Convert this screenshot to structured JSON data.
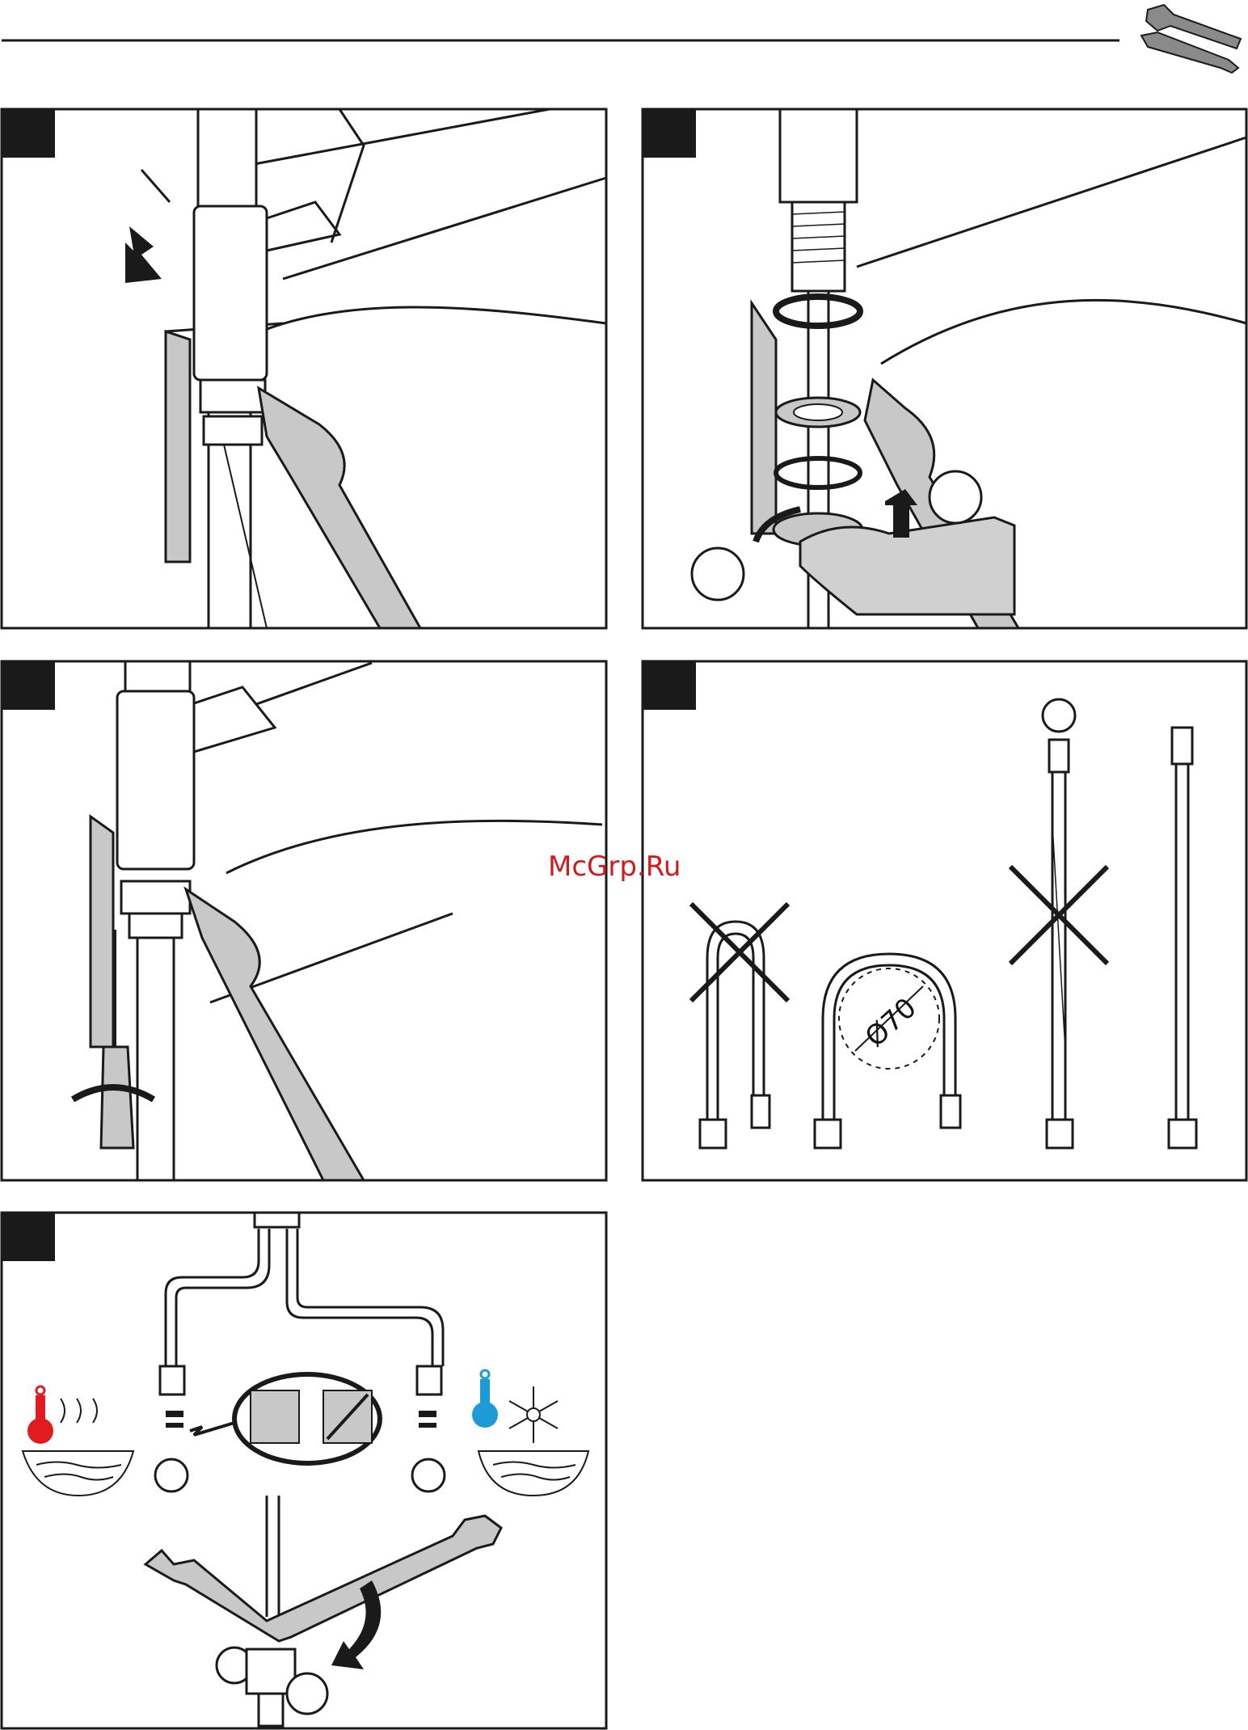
{
  "watermark": "McGrp.Ru",
  "header_icon": "wrench-screwdriver-icon",
  "panels": [
    {
      "id": "panel-1",
      "step_label": "",
      "content": "faucet-mounting-nut-tighten"
    },
    {
      "id": "panel-2",
      "step_label": "",
      "content": "washer-ring-assembly"
    },
    {
      "id": "panel-3",
      "step_label": "",
      "content": "screwdriver-fixing"
    },
    {
      "id": "panel-4",
      "step_label": "",
      "content": "hose-bending-rules"
    },
    {
      "id": "panel-5",
      "step_label": "",
      "content": "hot-cold-connection"
    }
  ],
  "hose_panel": {
    "bend_diameter": "Ø70"
  },
  "connection": {
    "hot_color": "#e11b22",
    "cold_color": "#1e9bd7"
  },
  "colors": {
    "stroke": "#1a1a1a",
    "fill_gray": "#c8c8c8",
    "label_block": "#1a1a1a"
  }
}
